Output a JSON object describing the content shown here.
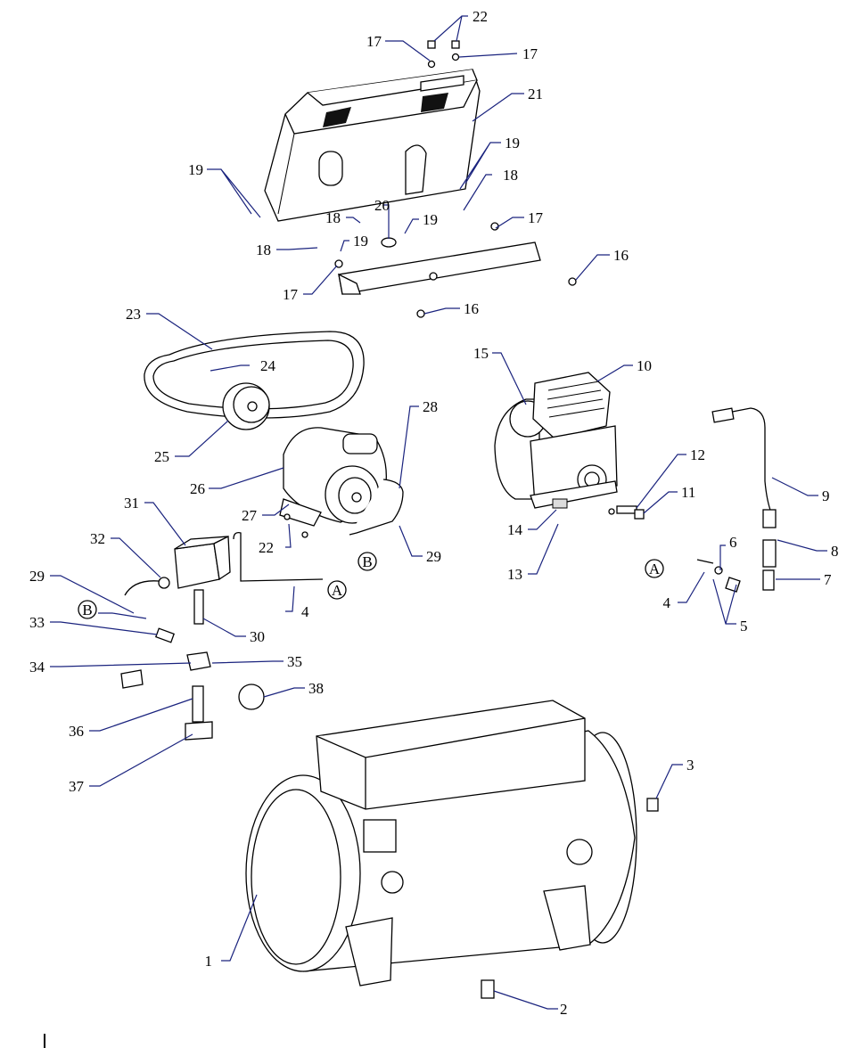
{
  "callouts": [
    {
      "id": "c1",
      "text": "1"
    },
    {
      "id": "c2",
      "text": "2"
    },
    {
      "id": "c3",
      "text": "3"
    },
    {
      "id": "c4a",
      "text": "4"
    },
    {
      "id": "c4b",
      "text": "4"
    },
    {
      "id": "c5",
      "text": "5"
    },
    {
      "id": "c6",
      "text": "6"
    },
    {
      "id": "c7",
      "text": "7"
    },
    {
      "id": "c8",
      "text": "8"
    },
    {
      "id": "c9",
      "text": "9"
    },
    {
      "id": "c10",
      "text": "10"
    },
    {
      "id": "c11",
      "text": "11"
    },
    {
      "id": "c12",
      "text": "12"
    },
    {
      "id": "c13",
      "text": "13"
    },
    {
      "id": "c14",
      "text": "14"
    },
    {
      "id": "c15",
      "text": "15"
    },
    {
      "id": "c16a",
      "text": "16"
    },
    {
      "id": "c16b",
      "text": "16"
    },
    {
      "id": "c17a",
      "text": "17"
    },
    {
      "id": "c17b",
      "text": "17"
    },
    {
      "id": "c17c",
      "text": "17"
    },
    {
      "id": "c17d",
      "text": "17"
    },
    {
      "id": "c18a",
      "text": "18"
    },
    {
      "id": "c18b",
      "text": "18"
    },
    {
      "id": "c18c",
      "text": "18"
    },
    {
      "id": "c19a",
      "text": "19"
    },
    {
      "id": "c19b",
      "text": "19"
    },
    {
      "id": "c19c",
      "text": "19"
    },
    {
      "id": "c19d",
      "text": "19"
    },
    {
      "id": "c20",
      "text": "20"
    },
    {
      "id": "c21",
      "text": "21"
    },
    {
      "id": "c22a",
      "text": "22"
    },
    {
      "id": "c22b",
      "text": "22"
    },
    {
      "id": "c23",
      "text": "23"
    },
    {
      "id": "c24",
      "text": "24"
    },
    {
      "id": "c25",
      "text": "25"
    },
    {
      "id": "c26",
      "text": "26"
    },
    {
      "id": "c27",
      "text": "27"
    },
    {
      "id": "c28",
      "text": "28"
    },
    {
      "id": "c29a",
      "text": "29"
    },
    {
      "id": "c29b",
      "text": "29"
    },
    {
      "id": "c30",
      "text": "30"
    },
    {
      "id": "c31",
      "text": "31"
    },
    {
      "id": "c32",
      "text": "32"
    },
    {
      "id": "c33",
      "text": "33"
    },
    {
      "id": "c34",
      "text": "34"
    },
    {
      "id": "c35",
      "text": "35"
    },
    {
      "id": "c36",
      "text": "36"
    },
    {
      "id": "c37",
      "text": "37"
    },
    {
      "id": "c38",
      "text": "38"
    }
  ],
  "connectors": [
    {
      "id": "kA1",
      "text": "A"
    },
    {
      "id": "kA2",
      "text": "A"
    },
    {
      "id": "kB1",
      "text": "B"
    },
    {
      "id": "kB2",
      "text": "B"
    }
  ]
}
